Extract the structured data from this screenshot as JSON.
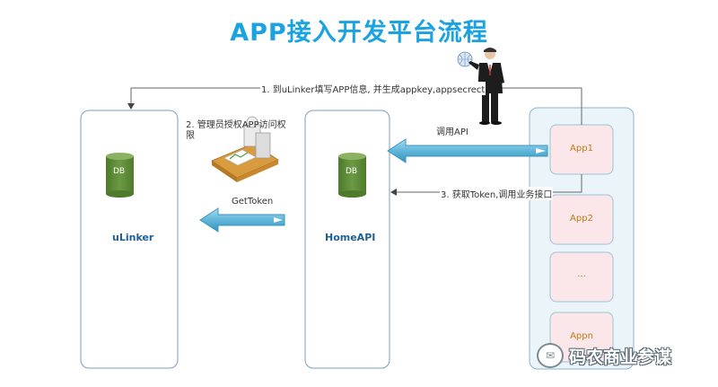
{
  "title": "APP接入开发平台流程",
  "systems": {
    "ulinker": "uLinker",
    "homeapi": "HomeAPI",
    "db_label": "DB"
  },
  "apps": [
    "App1",
    "App2",
    "...",
    "Appn"
  ],
  "steps": {
    "step1": "1. 到uLinker填写APP信息, 并生成appkey,appsecrect",
    "step2_line1": "2. 管理员授权APP访问权",
    "step2_line2": "限",
    "call_api": "调用API",
    "get_token": "GetToken",
    "step3": "3. 获取Token,调用业务接口"
  },
  "watermark": "码农商业参谋",
  "colors": {
    "title": "#1aa3e0",
    "db_fill": "#5b8a35",
    "app_fill": "#fbe6ea",
    "arrow": "#5fb6d9"
  }
}
